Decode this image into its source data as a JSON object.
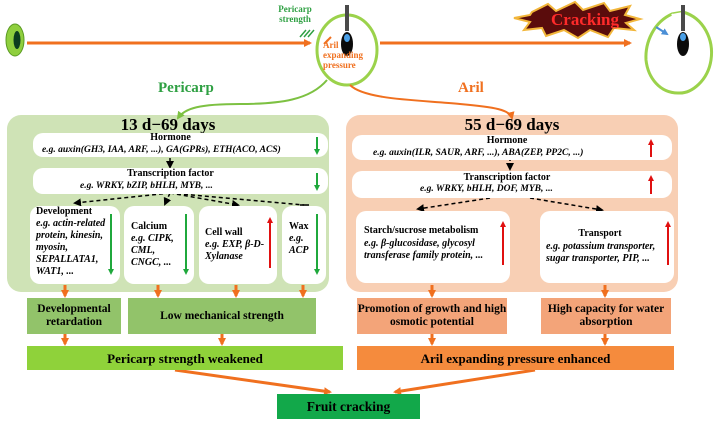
{
  "top": {
    "pericarp_strength": "Pericarp strength",
    "aril_expanding_pressure": "Aril expanding pressure",
    "cracking": "Cracking",
    "pericarp_label": "Pericarp",
    "aril_label": "Aril"
  },
  "left": {
    "days": "13 d−69 days",
    "hormone_title": "Hormone",
    "hormone_text": "e.g. auxin(GH3, IAA, ARF, ...), GA(GPRs), ETH(ACO, ACS)",
    "tf_title": "Transcription factor",
    "tf_text": "e.g. WRKY, bZIP, bHLH, MYB, ...",
    "development_title": "Development",
    "development_text": "e.g. actin-related protein, kinesin, myosin, SEPALLATA1, WAT1, ...",
    "calcium_title": "Calcium",
    "calcium_text": "e.g. CIPK, CML, CNGC, ...",
    "cellwall_title": "Cell wall",
    "cellwall_text": "e.g. EXP, β-D-Xylanase",
    "wax_title": "Wax",
    "wax_text": "e.g. ACP",
    "result1": "Developmental retardation",
    "result2": "Low mechanical strength",
    "final": "Pericarp strength weakened"
  },
  "right": {
    "days": "55 d−69 days",
    "hormone_title": "Hormone",
    "hormone_text": "e.g. auxin(ILR, SAUR, ARF, ...), ABA(ZEP, PP2C, ...)",
    "tf_title": "Transcription factor",
    "tf_text": "e.g. WRKY, bHLH, DOF, MYB, ...",
    "starch_title": "Starch/sucrose metabolism",
    "starch_text": "e.g. β-glucosidase, glycosyl transferase family protein, ...",
    "transport_title": "Transport",
    "transport_text": "e.g. potassium transporter, sugar transporter, PIP, ...",
    "result1": "Promotion of growth and high osmotic potential",
    "result2": "High capacity for water absorption",
    "final": "Aril expanding pressure enhanced"
  },
  "bottom": {
    "fruit_cracking": "Fruit cracking"
  },
  "colors": {
    "green_panel": "#cfe3b6",
    "green_box": "#92c36a",
    "green_final": "#8fd23a",
    "orange_panel": "#f8cfb4",
    "orange_box": "#f3a479",
    "orange_final": "#f58b3d",
    "orange_arrow": "#f0701f",
    "green_text": "#2fa043",
    "cracking_text": "#ff2a2a",
    "fruit_cracking_bg": "#12a84a"
  }
}
